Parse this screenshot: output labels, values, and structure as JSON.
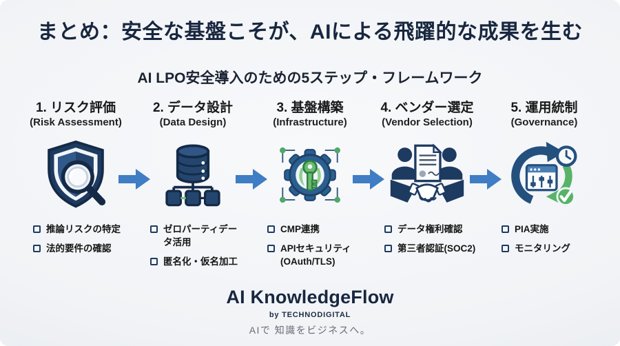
{
  "title": "まとめ：安全な基盤こそが、AIによる飛躍的な成果を生む",
  "subtitle": "AI LPO安全導入のための5ステップ・フレームワーク",
  "steps": [
    {
      "number_label": "1. リスク評価",
      "en_label": "(Risk Assessment)",
      "icon": "shield-magnifier-icon",
      "checklist": [
        "推論リスクの特定",
        "法的要件の確認"
      ]
    },
    {
      "number_label": "2. データ設計",
      "en_label": "(Data Design)",
      "icon": "database-hierarchy-icon",
      "checklist": [
        "ゼロパーティデータ活用",
        "匿名化・仮名加工"
      ]
    },
    {
      "number_label": "3. 基盤構築",
      "en_label": "(Infrastructure)",
      "icon": "gear-key-icon",
      "checklist": [
        "CMP連携",
        "APIセキュリティ (OAuth/TLS)"
      ]
    },
    {
      "number_label": "4. ベンダー選定",
      "en_label": "(Vendor Selection)",
      "icon": "handshake-contract-icon",
      "checklist": [
        "データ権利確認",
        "第三者認証(SOC2)"
      ]
    },
    {
      "number_label": "5. 運用統制",
      "en_label": "(Governance)",
      "icon": "cycle-monitor-icon",
      "checklist": [
        "PIA実施",
        "モニタリング"
      ]
    }
  ],
  "footer": {
    "brand": "AI KnowledgeFlow",
    "byline": "by TECHNODIGITAL",
    "tagline": "AIで 知識をビジネスへ。"
  },
  "colors": {
    "background_center": "#f8f9fb",
    "background_edge": "#e3e7ec",
    "title_navy": "#18273f",
    "text_black": "#151515",
    "arrow_blue": "#3f7dc4",
    "icon_navy": "#1d3a60",
    "icon_mid_blue": "#2b5f8f",
    "icon_green": "#58b368",
    "tagline_gray": "#676d76"
  }
}
